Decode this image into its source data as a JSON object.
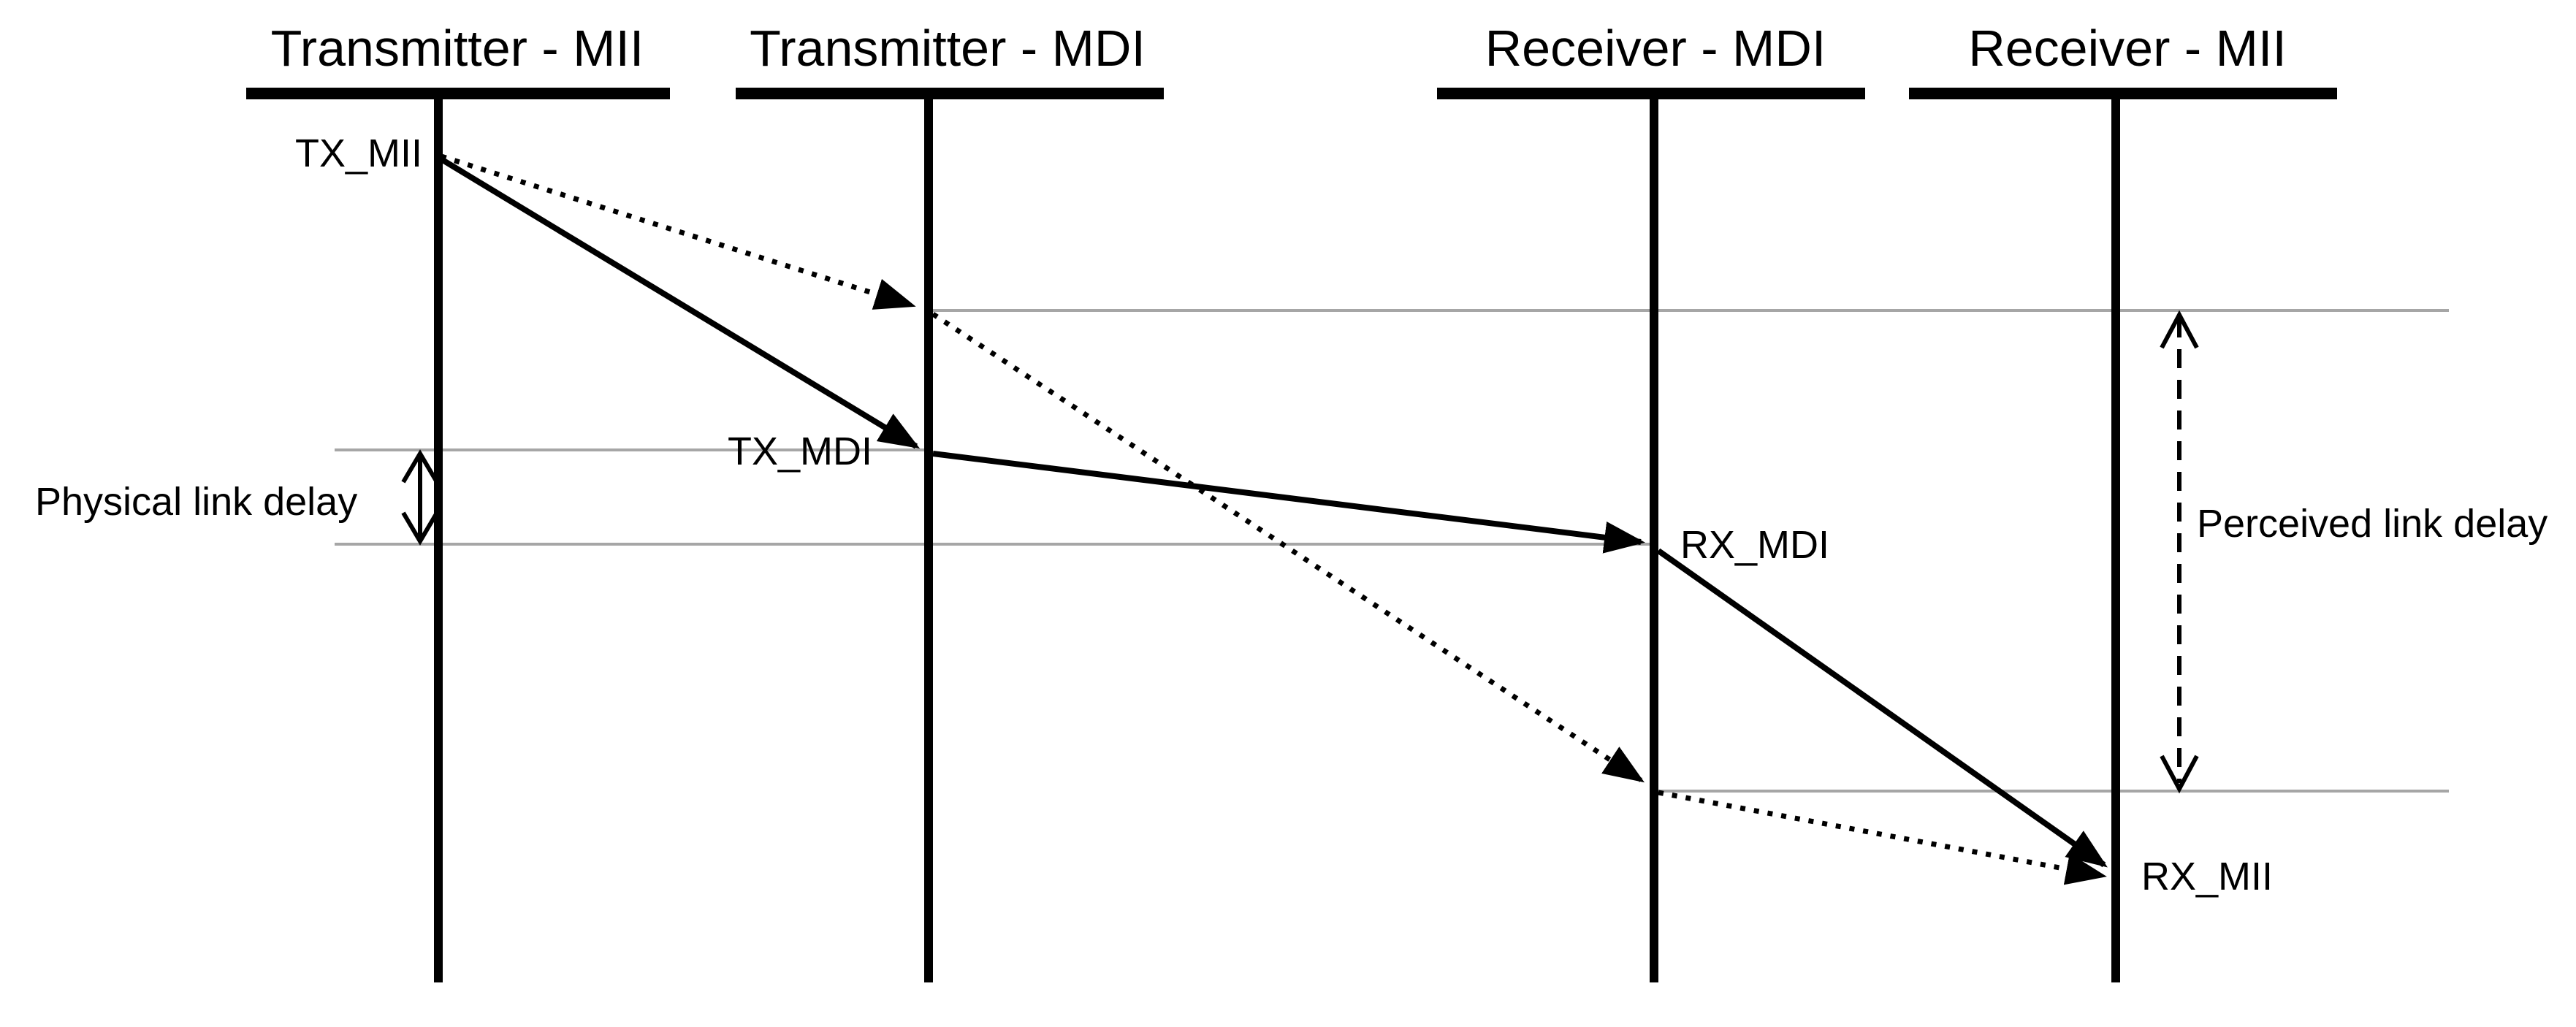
{
  "headers": [
    {
      "label": "Transmitter - MII"
    },
    {
      "label": "Transmitter - MDI"
    },
    {
      "label": "Receiver - MDI"
    },
    {
      "label": "Receiver - MII"
    }
  ],
  "event_labels": {
    "tx_mii": "TX_MII",
    "tx_mdi": "TX_MDI",
    "rx_mdi": "RX_MDI",
    "rx_mii": "RX_MII"
  },
  "annotations": {
    "physical_link_delay": "Physical link delay",
    "perceived_link_delay": "Perceived link delay"
  },
  "colors": {
    "ink": "#000000",
    "guide_line": "#a6a6a6",
    "background": "#ffffff"
  }
}
